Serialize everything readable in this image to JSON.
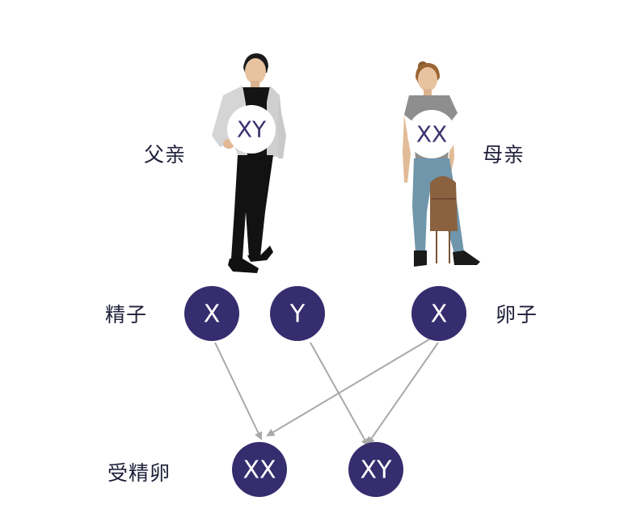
{
  "labels": {
    "father": "父亲",
    "mother": "母亲",
    "sperm": "精子",
    "egg": "卵子",
    "zygote": "受精卵"
  },
  "parents": {
    "father_chromosomes": "XY",
    "mother_chromosomes": "XX"
  },
  "gametes": {
    "sperm_x": "X",
    "sperm_y": "Y",
    "egg_x": "X"
  },
  "zygotes": {
    "female": "XX",
    "male": "XY"
  },
  "colors": {
    "circle_fill": "#352d6e",
    "arrow": "#a9a9a9",
    "label_text": "#1f1f3a"
  }
}
